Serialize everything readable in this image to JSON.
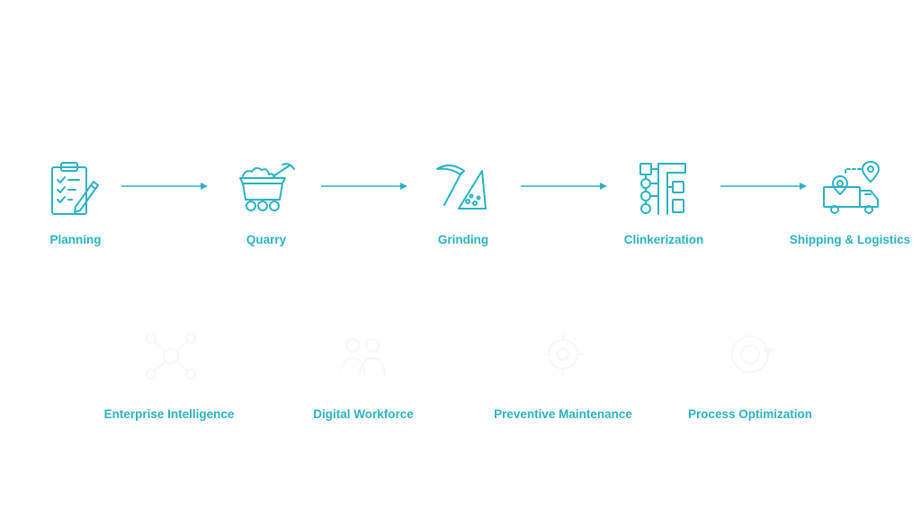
{
  "colors": {
    "accent": "#2ab3c3",
    "background": "#ffffff",
    "ghost": "#f6f8f9"
  },
  "process_steps": [
    {
      "label": "Planning",
      "icon": "clipboard-checklist-icon"
    },
    {
      "label": "Quarry",
      "icon": "mine-cart-icon"
    },
    {
      "label": "Grinding",
      "icon": "pickaxe-icon"
    },
    {
      "label": "Clinkerization",
      "icon": "pipeline-icon"
    },
    {
      "label": "Shipping & Logistics",
      "icon": "delivery-truck-icon"
    }
  ],
  "capabilities": [
    {
      "label": "Enterprise Intelligence",
      "icon": "network-icon"
    },
    {
      "label": "Digital Workforce",
      "icon": "workers-icon"
    },
    {
      "label": "Preventive Maintenance",
      "icon": "gear-brain-icon"
    },
    {
      "label": "Process Optimization",
      "icon": "gear-cycle-icon"
    }
  ]
}
